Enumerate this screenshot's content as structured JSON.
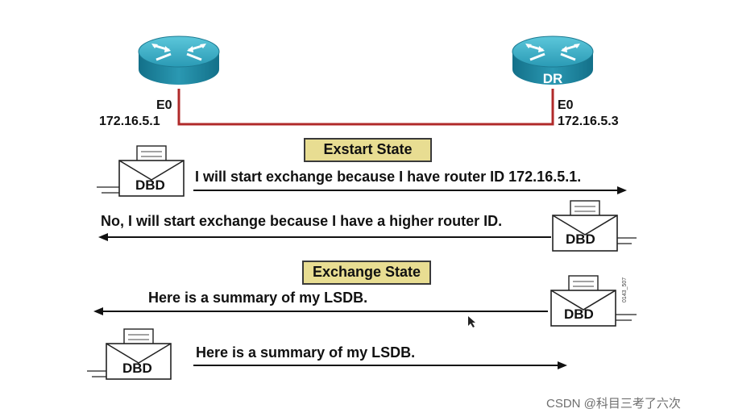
{
  "routers": {
    "left": {
      "interface": "E0",
      "ip": "172.16.5.1"
    },
    "right": {
      "interface": "E0",
      "ip": "172.16.5.3",
      "label": "DR"
    }
  },
  "states": {
    "exstart": "Exstart State",
    "exchange": "Exchange State"
  },
  "messages": [
    {
      "text": "I will start exchange because I have router ID 172.16.5.1.",
      "direction": "right"
    },
    {
      "text": "No, I will start exchange because I have a higher router ID.",
      "direction": "left"
    },
    {
      "text": "Here is a summary of my LSDB.",
      "direction": "left"
    },
    {
      "text": "Here is a summary of my LSDB.",
      "direction": "right"
    }
  ],
  "packet_label": "DBD",
  "figure_id": "0143_507",
  "watermark": "CSDN @科目三考了六次",
  "colors": {
    "link": "#b02a2a",
    "router_top": "#3ab0c8",
    "router_side": "#1b7f97",
    "state_box": "#e8dd92"
  }
}
